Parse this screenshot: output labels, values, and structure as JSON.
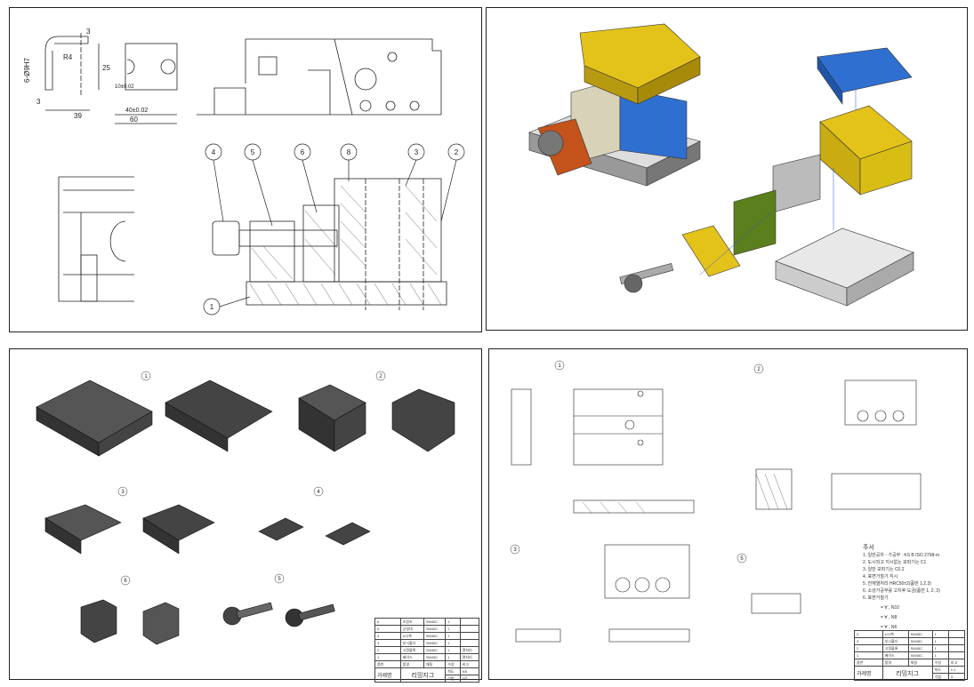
{
  "drawing_tl": {
    "dims": [
      "3",
      "R4",
      "6-Ø9H7",
      "25",
      "3",
      "39",
      "10±0.02",
      "40±0.02",
      "60"
    ],
    "balloons": [
      "4",
      "5",
      "6",
      "8",
      "3",
      "2",
      "1"
    ]
  },
  "drawing_bl": {
    "balloons": [
      "1",
      "2",
      "3",
      "4",
      "6",
      "5"
    ],
    "parts_list": {
      "rows": [
        [
          "6",
          "조정조",
          "SM45C",
          "1",
          ""
        ],
        [
          "5",
          "공정대",
          "SM45C",
          "1",
          ""
        ],
        [
          "4",
          "U시촉",
          "SM45C",
          "1",
          ""
        ],
        [
          "3",
          "부시홀더",
          "SM45C",
          "1",
          ""
        ],
        [
          "2",
          "고정블록",
          "SM45C",
          "1",
          "열처리"
        ],
        [
          "1",
          "베이스",
          "SM45C",
          "1",
          "열처리"
        ]
      ],
      "header": [
        "품번",
        "품명",
        "재질",
        "수량",
        "비고"
      ],
      "project_label": "과제명",
      "project_name": "리밍지그",
      "scale_label": "척도",
      "scale_value": "NS",
      "projection_label": "각법",
      "projection_value": "3각"
    }
  },
  "drawing_br": {
    "balloons": [
      "1",
      "2",
      "3",
      "5"
    ],
    "notes": {
      "title": "주서",
      "lines": [
        "1. 일반공차 - 가공부 : KS B ISO 2768-m",
        "2. 도시되고 지시없는 모따기는 C1",
        "3. 일반 모따기는 C0.2",
        "4. 표면거칠기 지시",
        "5. 전체열처리 HRC50±2(품번 1,2,3)",
        "6. 소성가공부를 고치후 도금(품번 1, 2, 3)",
        "6. 표면거칠기"
      ],
      "roughness": [
        "= ∀ , N10",
        "= ∀ , N8",
        "= ∀ , N6"
      ]
    },
    "parts_list": {
      "rows": [
        [
          "4",
          "U시촉",
          "SM45C",
          "1",
          ""
        ],
        [
          "3",
          "부시홀더",
          "SM45C",
          "1",
          ""
        ],
        [
          "2",
          "고정블록",
          "SM45C",
          "1",
          ""
        ],
        [
          "1",
          "베이스",
          "SM45C",
          "1",
          ""
        ]
      ],
      "header": [
        "품번",
        "품명",
        "재질",
        "수량",
        "비고"
      ],
      "project_label": "과제명",
      "project_name": "리밍지그",
      "scale_label": "척도",
      "scale_value": "1:1",
      "projection_label": "각법",
      "projection_value": "3"
    }
  },
  "colors": {
    "yellow": "#e3c21a",
    "blue": "#2f6fd0",
    "orange": "#c4521b",
    "grey": "#b8b8b8",
    "green": "#5a7f1c",
    "beige": "#d8d2b8"
  }
}
